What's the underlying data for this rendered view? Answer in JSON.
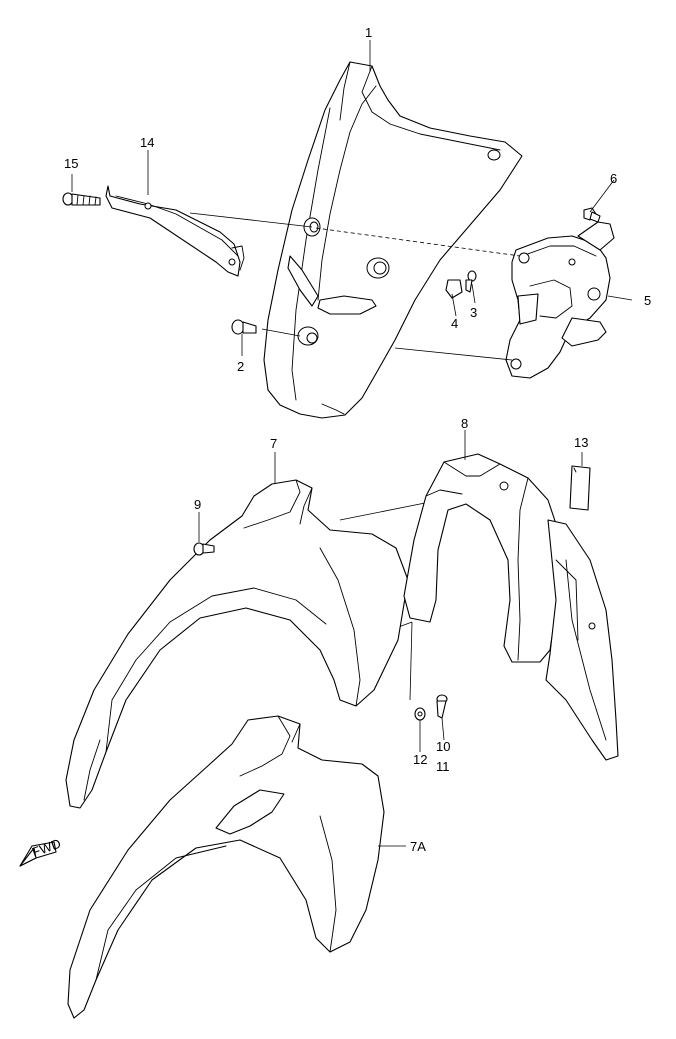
{
  "diagram": {
    "callouts": [
      {
        "id": "c1",
        "label": "1"
      },
      {
        "id": "c2",
        "label": "2"
      },
      {
        "id": "c3",
        "label": "3"
      },
      {
        "id": "c4",
        "label": "4"
      },
      {
        "id": "c5",
        "label": "5"
      },
      {
        "id": "c6",
        "label": "6"
      },
      {
        "id": "c7",
        "label": "7"
      },
      {
        "id": "c7a",
        "label": "7A"
      },
      {
        "id": "c8",
        "label": "8"
      },
      {
        "id": "c9",
        "label": "9"
      },
      {
        "id": "c10",
        "label": "10"
      },
      {
        "id": "c11",
        "label": "11"
      },
      {
        "id": "c12",
        "label": "12"
      },
      {
        "id": "c13",
        "label": "13"
      },
      {
        "id": "c14",
        "label": "14"
      },
      {
        "id": "c15",
        "label": "15"
      }
    ],
    "forward_arrow": {
      "label": "FWD",
      "icon": "forward-arrow-icon"
    }
  }
}
